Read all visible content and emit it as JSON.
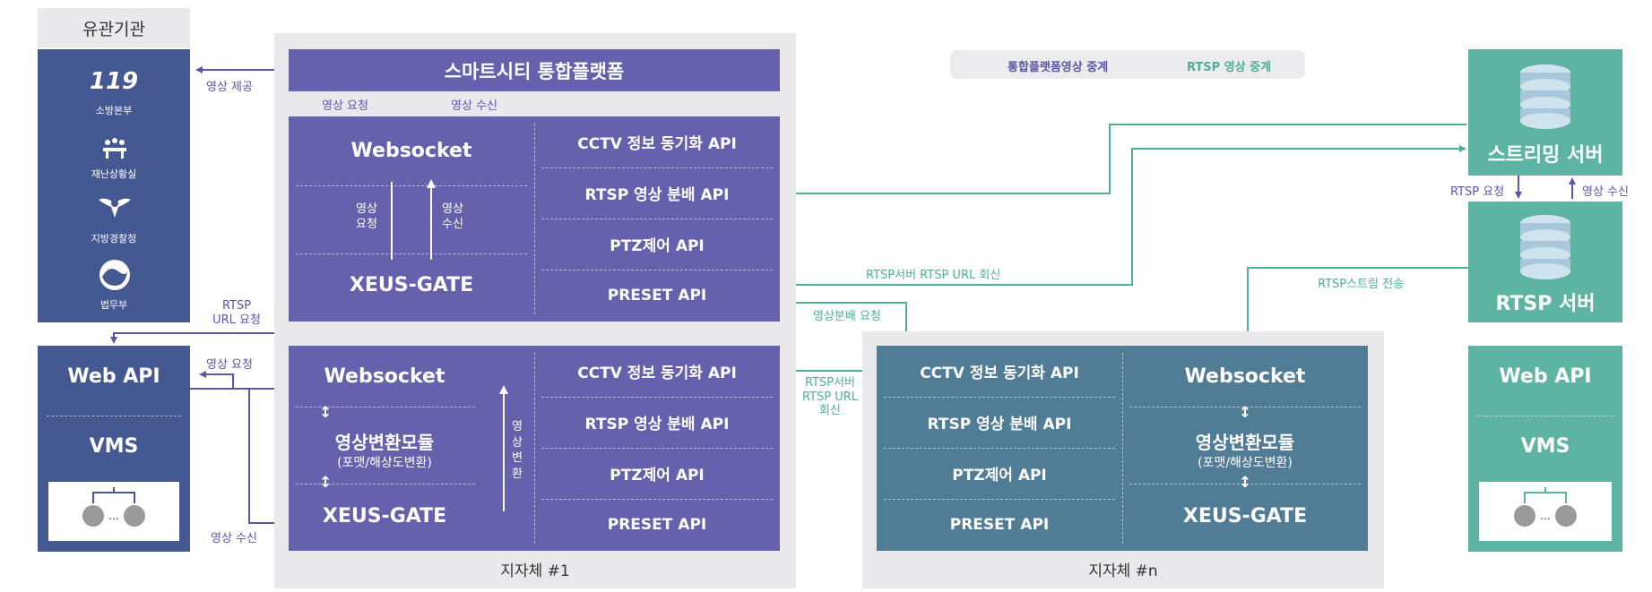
{
  "agencies": {
    "title": "유관기관",
    "items": [
      {
        "logo": "119",
        "label": "소방본부"
      },
      {
        "label": "재난상황실"
      },
      {
        "label": "지방경찰청"
      },
      {
        "label": "법무부"
      }
    ]
  },
  "left_webapi": {
    "web_api": "Web API",
    "vms": "VMS",
    "ellipsis": "..."
  },
  "right_webapi": {
    "web_api": "Web API",
    "vms": "VMS",
    "ellipsis": "..."
  },
  "platform": {
    "title": "스마트시티 통합플랫폼"
  },
  "legend": {
    "integrated": "통합플랫폼영상 중계",
    "rtsp": "RTSP 영상 중계"
  },
  "gate_top": {
    "websocket": "Websocket",
    "xeus": "XEUS-GATE",
    "req": "영상\n요청",
    "recv": "영상\n수신",
    "apis": [
      "CCTV 정보 동기화 API",
      "RTSP 영상 분배 API",
      "PTZ제어 API",
      "PRESET API"
    ]
  },
  "gate_bottom": {
    "websocket": "Websocket",
    "module": "영상변환모듈",
    "module_sub": "(포맷/해상도변환)",
    "xeus": "XEUS-GATE",
    "convert": "영\n상\n변\n환",
    "apis": [
      "CCTV 정보 동기화 API",
      "RTSP 영상 분배 API",
      "PTZ제어 API",
      "PRESET API"
    ]
  },
  "gate_n": {
    "websocket": "Websocket",
    "module": "영상변환모듈",
    "module_sub": "(포맷/해상도변환)",
    "xeus": "XEUS-GATE",
    "apis": [
      "CCTV 정보 동기화 API",
      "RTSP 영상 분배 API",
      "PTZ제어 API",
      "PRESET API"
    ]
  },
  "regions": {
    "r1": "지자체 #1",
    "rn": "지자체 #n"
  },
  "servers": {
    "streaming": "스트리밍 서버",
    "rtsp": "RTSP 서버"
  },
  "labels": {
    "video_provide": "영상 제공",
    "video_request": "영상 요청",
    "video_receive": "영상 수신",
    "rtsp_url_request": "RTSP\nURL 요청",
    "left_video_request": "영상 요청",
    "left_video_receive": "영상 수신",
    "rtsp_url_reply": "RTSP서버 RTSP URL 회신",
    "distribution_request": "영상분배 요청",
    "rtsp_server_url_reply": "RTSP서버\nRTSP URL\n회신",
    "rtsp_stream_transfer": "RTSP스트림 전송",
    "rtsp_request": "RTSP 요청",
    "srv_video_receive": "영상 수신"
  },
  "colors": {
    "purple": "#6661ac",
    "navy": "#445991",
    "slate": "#507c96",
    "teal": "#5eb4a2",
    "gray": "#e9e9eb"
  }
}
